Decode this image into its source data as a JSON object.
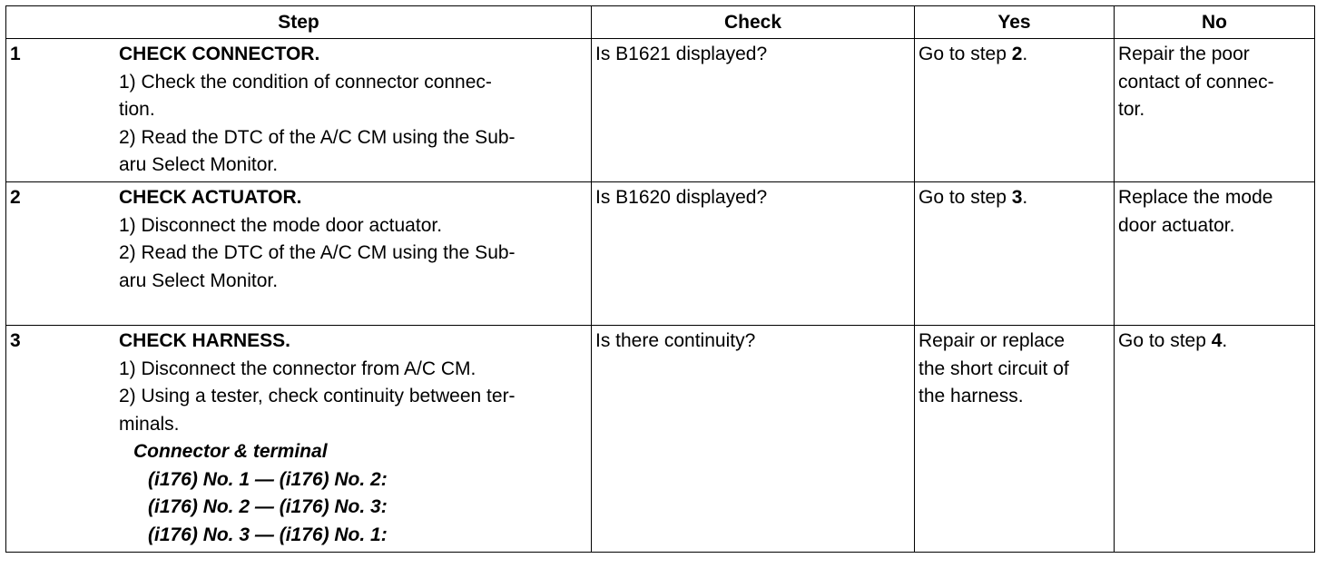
{
  "headers": {
    "step": "Step",
    "check": "Check",
    "yes": "Yes",
    "no": "No"
  },
  "rows": [
    {
      "num": "1",
      "title": "CHECK CONNECTOR.",
      "lines": [
        "1)  Check the condition of connector connec-",
        "tion.",
        "2)  Read the DTC of the A/C CM using the Sub-",
        "aru Select Monitor."
      ],
      "check": "Is B1621 displayed?",
      "yes_prefix": "Go to step ",
      "yes_step": "2",
      "yes_suffix": ".",
      "no_lines": [
        "Repair the poor",
        "contact of connec-",
        "tor."
      ]
    },
    {
      "num": "2",
      "title": "CHECK ACTUATOR.",
      "lines": [
        "1)  Disconnect the mode door actuator.",
        "2)  Read the DTC of the A/C CM using the Sub-",
        "aru Select Monitor."
      ],
      "check": "Is B1620 displayed?",
      "yes_prefix": "Go to step ",
      "yes_step": "3",
      "yes_suffix": ".",
      "no_lines": [
        "Replace the mode",
        "door actuator."
      ]
    },
    {
      "num": "3",
      "title": "CHECK HARNESS.",
      "lines": [
        "1)  Disconnect the connector from A/C CM.",
        "2)  Using a tester, check continuity between ter-",
        "minals."
      ],
      "connector_title": "Connector & terminal",
      "connector_lines": [
        "(i176) No. 1 — (i176) No. 2:",
        "(i176) No. 2 — (i176) No. 3:",
        "(i176) No. 3 — (i176) No. 1:"
      ],
      "check": "Is there continuity?",
      "yes_lines": [
        "Repair or replace",
        "the short circuit of",
        "the harness."
      ],
      "no_prefix": "Go to step ",
      "no_step": "4",
      "no_suffix": "."
    }
  ]
}
